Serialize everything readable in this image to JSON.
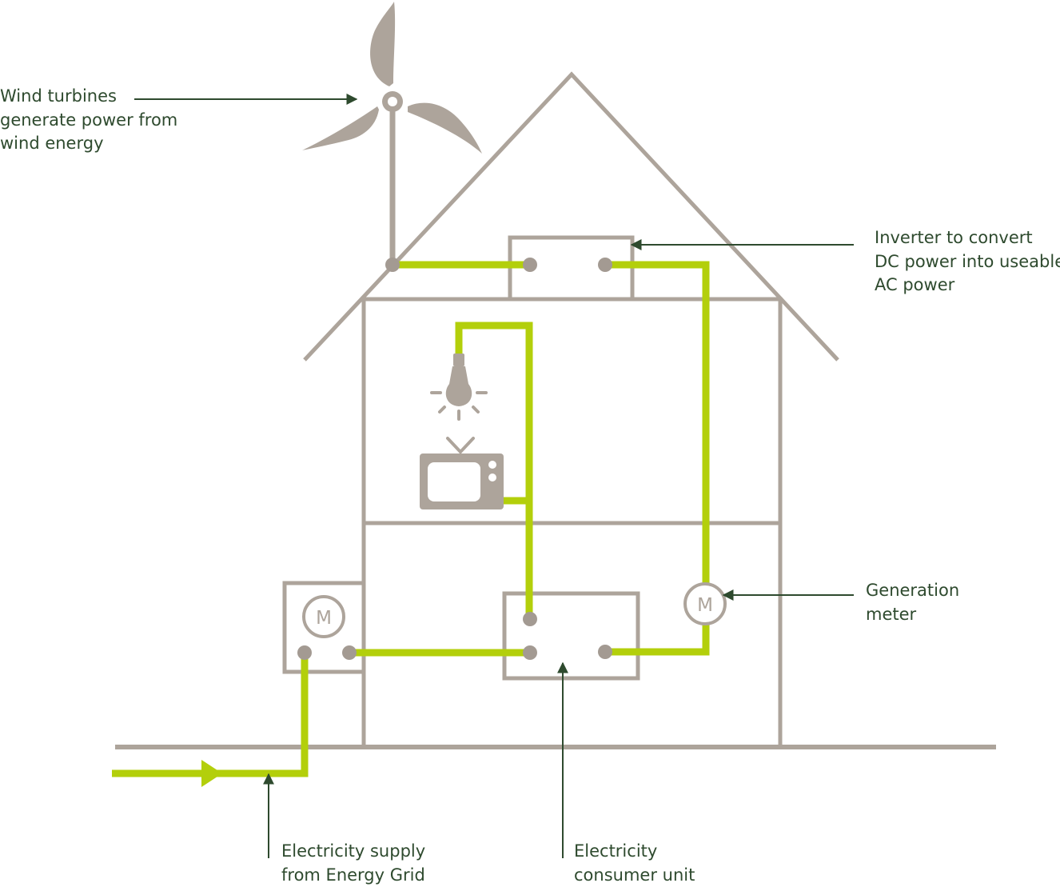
{
  "annotations": {
    "wind_turbine": [
      "Wind turbines",
      "generate power from",
      "wind energy"
    ],
    "inverter": [
      "Inverter to convert",
      "DC power into useable",
      "AC power"
    ],
    "generation_meter": [
      "Generation",
      "meter"
    ],
    "grid_supply": [
      "Electricity supply",
      "from Energy Grid"
    ],
    "consumer_unit": [
      "Electricity",
      "consumer unit"
    ]
  },
  "meter_symbol": "M",
  "colors": {
    "structure": "#ada49b",
    "wire": "#b3cf0b",
    "connector": "#a39a92",
    "annotation": "#2e4a2e",
    "background": "#ffffff"
  }
}
